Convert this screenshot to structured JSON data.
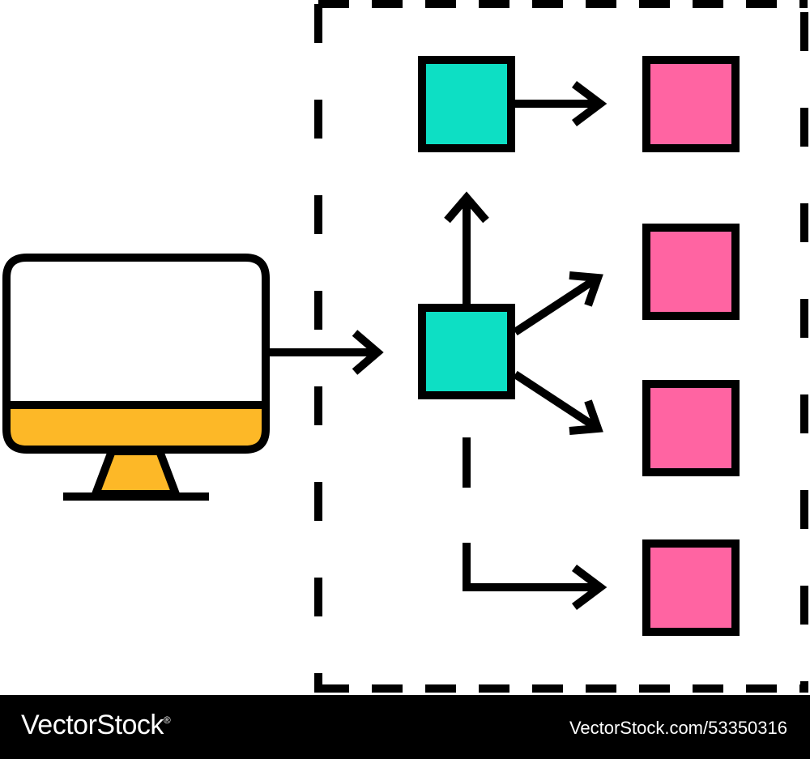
{
  "colors": {
    "outline": "#000000",
    "monitor_screen": "#ffffff",
    "monitor_base": "#fdb827",
    "source_node": "#0ddfc4",
    "target_node": "#ff64a2",
    "background": "#ffffff"
  },
  "diagram": {
    "nodes": [
      {
        "id": "computer",
        "type": "monitor-icon"
      },
      {
        "id": "hub",
        "type": "source-node"
      },
      {
        "id": "upper-node",
        "type": "source-node"
      },
      {
        "id": "target-1",
        "type": "target-node"
      },
      {
        "id": "target-2",
        "type": "target-node"
      },
      {
        "id": "target-3",
        "type": "target-node"
      },
      {
        "id": "target-4",
        "type": "target-node"
      }
    ],
    "edges": [
      {
        "from": "computer",
        "to": "hub"
      },
      {
        "from": "hub",
        "to": "upper-node"
      },
      {
        "from": "upper-node",
        "to": "target-1"
      },
      {
        "from": "hub",
        "to": "target-2"
      },
      {
        "from": "hub",
        "to": "target-3"
      },
      {
        "from": "hub",
        "to": "target-4",
        "style": "dashed-then-elbow"
      }
    ],
    "boundary": "dashed-region"
  },
  "footer": {
    "brand": "VectorStock",
    "brand_mark": "®",
    "stock_id": "VectorStock.com/53350316"
  }
}
